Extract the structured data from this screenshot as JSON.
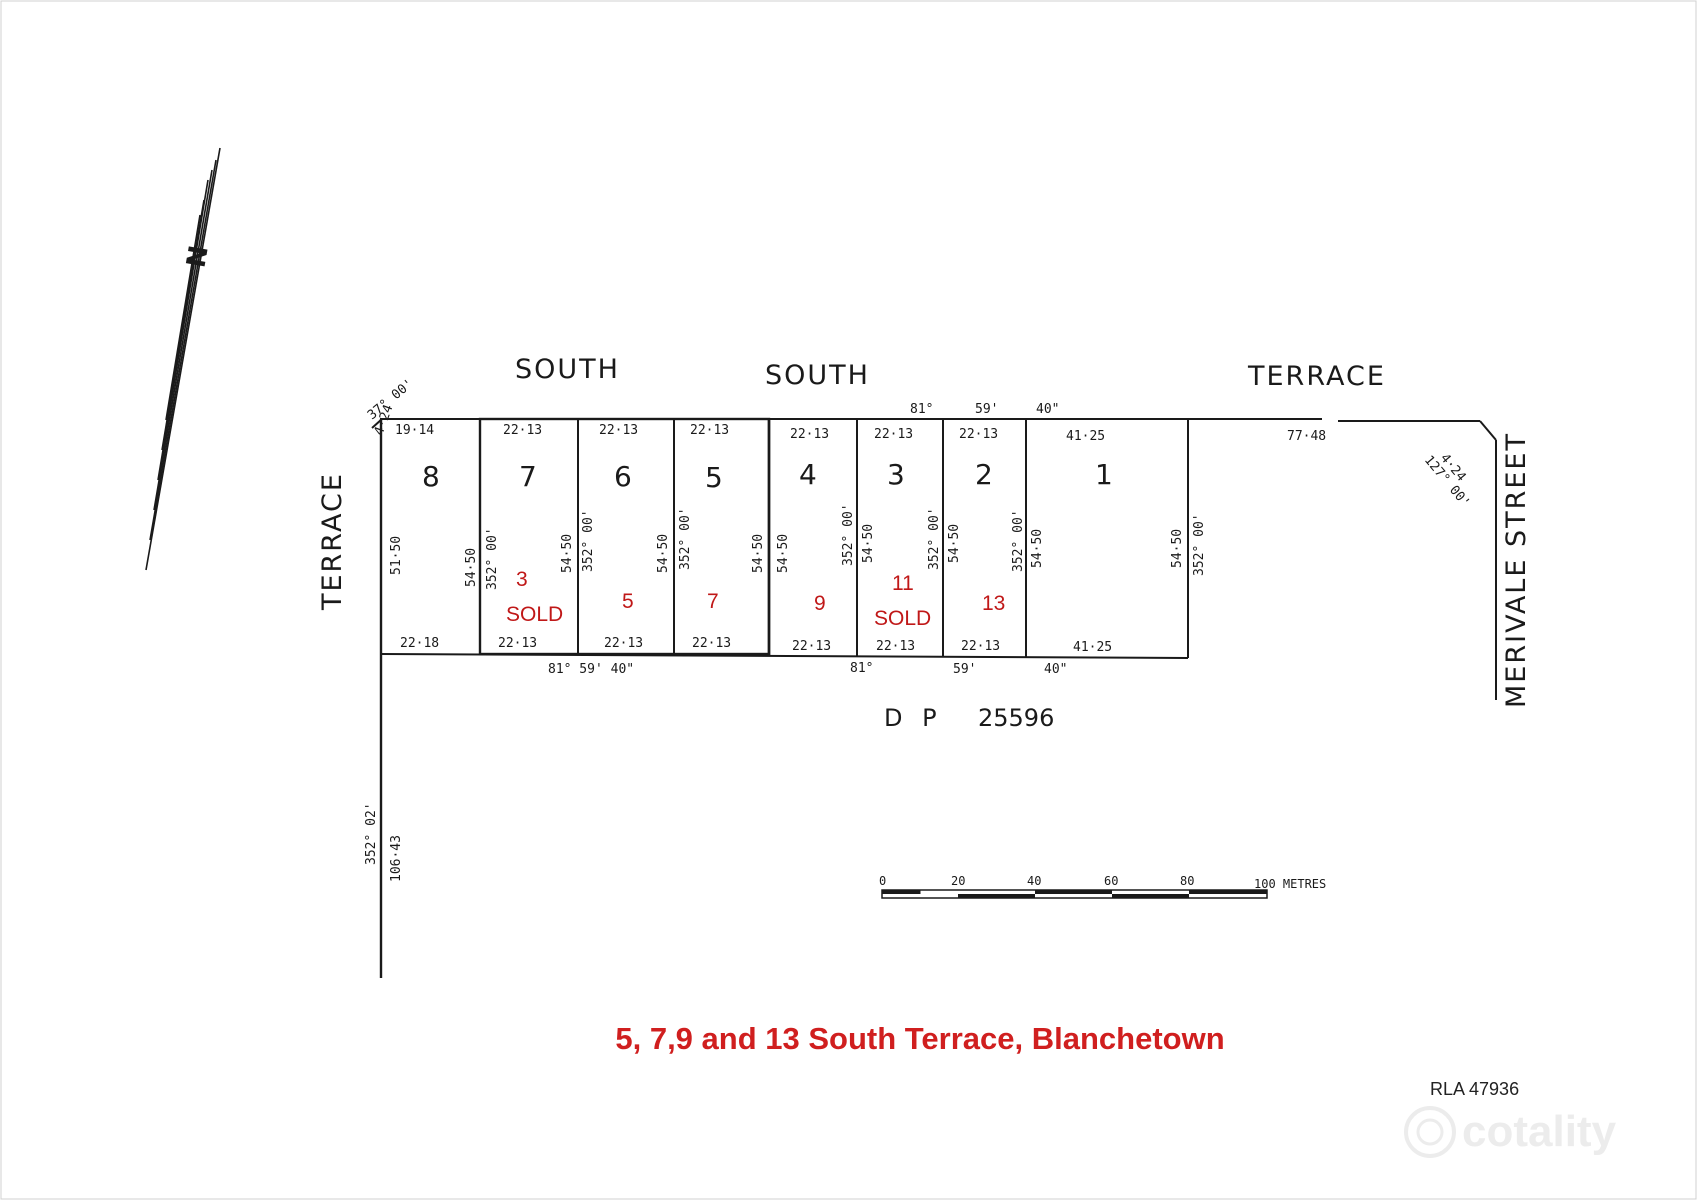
{
  "streets": {
    "south_left": "SOUTH",
    "south_mid": "SOUTH",
    "terrace_top": "TERRACE",
    "terrace_left": "TERRACE",
    "merivale": "MERIVALE  STREET"
  },
  "north_arrow": {
    "label": "N"
  },
  "lots": [
    {
      "num": "8",
      "top": "19·14",
      "bottom": "22·18",
      "left_side": "51·50",
      "right_side": "54·50"
    },
    {
      "num": "7",
      "top": "22·13",
      "bottom": "22·13",
      "bearing": "352° 00'",
      "right_side": "54·50"
    },
    {
      "num": "6",
      "top": "22·13",
      "bottom": "22·13",
      "bearing": "352° 00'",
      "right_side": "54·50"
    },
    {
      "num": "5",
      "top": "22·13",
      "bottom": "22·13",
      "bearing": "352° 00'",
      "right_side": "54·50"
    },
    {
      "num": "4",
      "top": "22·13",
      "bottom": "22·13",
      "left_side": "54·50",
      "bearing": "352° 00'"
    },
    {
      "num": "3",
      "top": "22·13",
      "bottom": "22·13",
      "left_side": "54·50",
      "bearing": "352° 00'"
    },
    {
      "num": "2",
      "top": "22·13",
      "bottom": "22·13",
      "left_side": "54·50",
      "bearing": "352° 00'"
    },
    {
      "num": "1",
      "top": "41·25",
      "bottom": "41·25",
      "left_side": "54·50",
      "right_side": "54·50",
      "bearing": "352° 00'"
    }
  ],
  "addresses": {
    "lot7_num": "3",
    "lot7_status": "SOLD",
    "lot6_num": "5",
    "lot5_num": "7",
    "lot4_num": "9",
    "lot3_num": "11",
    "lot3_status": "SOLD",
    "lot2_num": "13"
  },
  "bearings": {
    "top_deg": "81°",
    "top_min": "59'",
    "top_sec": "40\"",
    "bottom_left": "81° 59' 40\"",
    "bottom_deg": "81°",
    "bottom_min": "59'",
    "bottom_sec": "40\"",
    "corner_left_angle": "37° 00'",
    "corner_left_dist": "4·24",
    "corner_right_dist": "4·24",
    "corner_right_angle": "127° 00'",
    "frontage_right": "77·48",
    "left_road_bearing": "352° 02'",
    "left_road_dist": "106·43"
  },
  "plan": {
    "dp_label": "D P",
    "dp_number": "25596"
  },
  "scale": {
    "ticks": [
      "0",
      "20",
      "40",
      "60",
      "80"
    ],
    "end_label": "100 METRES"
  },
  "caption": "5, 7,9 and 13 South Terrace, Blanchetown",
  "rla": "RLA 47936",
  "watermark": "cotality",
  "colors": {
    "caption_red": "#d01f1f",
    "label_red": "#c01818",
    "ink": "#1a1a1a"
  }
}
